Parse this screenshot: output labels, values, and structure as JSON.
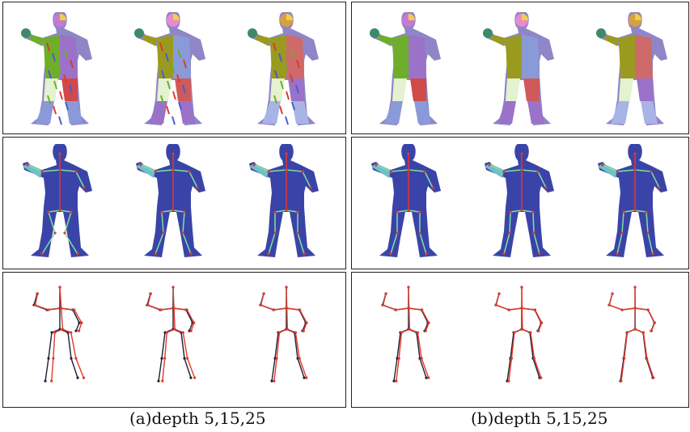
{
  "figure": {
    "captions": [
      "(a)depth 5,15,25",
      "(b)depth 5,15,25"
    ],
    "rows": [
      "segmentation",
      "skeleton-on-mesh",
      "skeleton-comparison"
    ],
    "colors": {
      "body": "#3a44a8",
      "skeleton_pred": "#e03a2a",
      "skeleton_gt": "#202036",
      "seg_green": "#6fae2a",
      "seg_purple": "#9a72c8",
      "seg_light": "#e4f2d0",
      "seg_red": "#cf5a5a",
      "seg_blue": "#8a9ad8",
      "seg_olive": "#9a9a20"
    }
  }
}
